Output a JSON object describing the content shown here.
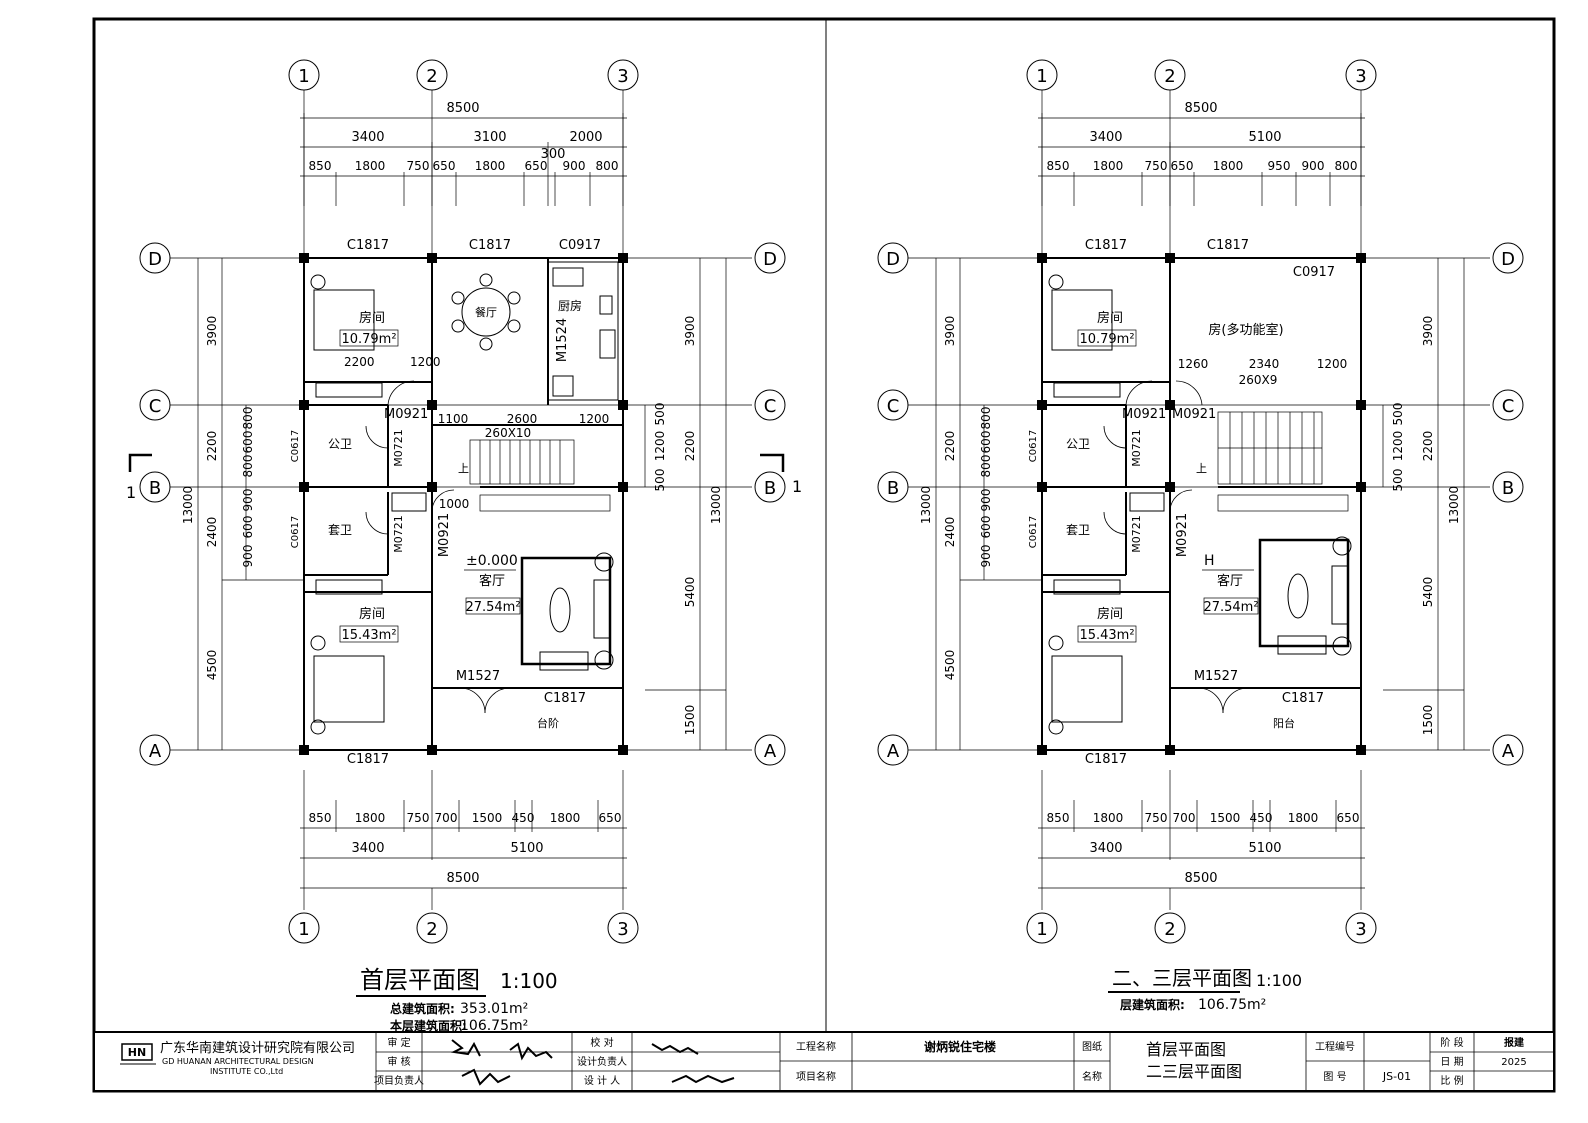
{
  "ground_floor": {
    "title": "首层平面图",
    "scale": "1:100",
    "area_total_label": "总建筑面积:",
    "area_total_value": "353.01m²",
    "area_floor_label": "本层建筑面积:",
    "area_floor_value": "106.75m²",
    "axes_x": [
      "1",
      "2",
      "3"
    ],
    "axes_y": [
      "D",
      "C",
      "B",
      "A"
    ],
    "dims_top_total": "8500",
    "dims_top_mid": [
      "3400",
      "3100",
      "2000"
    ],
    "dims_top_detail": [
      "850",
      "1800",
      "750",
      "650",
      "1800",
      "650",
      "900",
      "800"
    ],
    "dim_top_small": "300",
    "dims_bottom_total": "8500",
    "dims_bottom_mid": [
      "3400",
      "5100"
    ],
    "dims_bottom_detail": [
      "850",
      "1800",
      "750",
      "700",
      "1500",
      "450",
      "1800",
      "650"
    ],
    "dims_left_outer": "13000",
    "dims_left": [
      "3900",
      "2200",
      "2400",
      "4500"
    ],
    "dims_left_detail": [
      "800",
      "600",
      "800",
      "900",
      "600",
      "900"
    ],
    "dims_right_outer": "13000",
    "dims_right": [
      "3900",
      "2200",
      "5400",
      "1500"
    ],
    "dims_right_detail": [
      "500",
      "1200",
      "500"
    ],
    "section_mark": "1",
    "windows": {
      "top1": "C1817",
      "top2": "C1817",
      "top3": "C0917",
      "bottom1": "C1817",
      "bottom2": "C1817",
      "left1": "C0617",
      "left2": "C0617"
    },
    "doors": {
      "d1": "M0921",
      "d2": "M0721",
      "d3": "M0921",
      "d4": "M0721",
      "d5": "M1524",
      "d6": "M1527"
    },
    "rooms": {
      "bedroom1": "房间",
      "bedroom1_area": "10.79m²",
      "dining": "餐厅",
      "kitchen": "厨房",
      "wc1": "公卫",
      "wc2": "套卫",
      "bedroom2": "房间",
      "bedroom2_area": "15.43m²",
      "living": "客厅",
      "living_area": "27.54m²",
      "elevation": "±0.000",
      "steps": "台阶"
    },
    "stair_dims": [
      "2200",
      "1200",
      "1100",
      "2600",
      "1200",
      "1000"
    ],
    "stair_label": "260X10",
    "stair_up": "上"
  },
  "upper_floor": {
    "title": "二、三层平面图",
    "scale": "1:100",
    "area_floor_label": "层建筑面积:",
    "area_floor_value": "106.75m²",
    "axes_x": [
      "1",
      "2",
      "3"
    ],
    "axes_y": [
      "D",
      "C",
      "B",
      "A"
    ],
    "dims_top_total": "8500",
    "dims_top_mid": [
      "3400",
      "5100"
    ],
    "dims_top_detail": [
      "850",
      "1800",
      "750",
      "650",
      "1800",
      "950",
      "900",
      "800"
    ],
    "dims_bottom_total": "8500",
    "dims_bottom_mid": [
      "3400",
      "5100"
    ],
    "dims_bottom_detail": [
      "850",
      "1800",
      "750",
      "700",
      "1500",
      "450",
      "1800",
      "650"
    ],
    "dims_left_outer": "13000",
    "dims_left": [
      "3900",
      "2200",
      "2400",
      "4500"
    ],
    "dims_left_detail": [
      "800",
      "600",
      "800",
      "900",
      "600",
      "900"
    ],
    "dims_right_outer": "13000",
    "dims_right": [
      "3900",
      "2200",
      "5400",
      "1500"
    ],
    "dims_right_detail": [
      "500",
      "1200",
      "500"
    ],
    "windows": {
      "top1": "C1817",
      "top2": "C1817",
      "top3": "C0917",
      "bottom1": "C1817",
      "bottom2": "C1817",
      "left1": "C0617",
      "left2": "C0617"
    },
    "doors": {
      "d1": "M0921",
      "d2": "M0921",
      "d3": "M0721",
      "d4": "M0721",
      "d5": "M0921",
      "d6": "M1527"
    },
    "rooms": {
      "bedroom1": "房间",
      "bedroom1_area": "10.79m²",
      "multi": "房(多功能室)",
      "wc1": "公卫",
      "wc2": "套卫",
      "bedroom2": "房间",
      "bedroom2_area": "15.43m²",
      "living": "客厅",
      "living_area": "27.54m²",
      "elevation": "H",
      "balcony": "阳台"
    },
    "stair_dims": [
      "1260",
      "2340",
      "1200"
    ],
    "stair_label": "260X9",
    "stair_up": "上"
  },
  "title_block": {
    "company_cn": "广东华南建筑设计研究院有限公司",
    "company_en1": "GD HUANAN ARCHITECTURAL DESIGN",
    "company_en2": "INSTITUTE CO.,Ltd",
    "logo": "HN",
    "approve": "审  定",
    "review": "审  核",
    "project_lead": "项目负责人",
    "check": "校  对",
    "design_lead": "设计负责人",
    "designer": "设 计 人",
    "project_name_label": "工程名称",
    "project_name": "谢炳锐住宅楼",
    "item_name_label": "项目名称",
    "drawing_label1": "图纸",
    "drawing_label2": "名称",
    "drawing_name1": "首层平面图",
    "drawing_name2": "二三层平面图",
    "project_no_label": "工程编号",
    "drawing_no_label": "图  号",
    "drawing_no": "JS-01",
    "stage_label": "阶 段",
    "stage": "报建",
    "date_label": "日 期",
    "date": "2025",
    "scale_label": "比 例"
  }
}
